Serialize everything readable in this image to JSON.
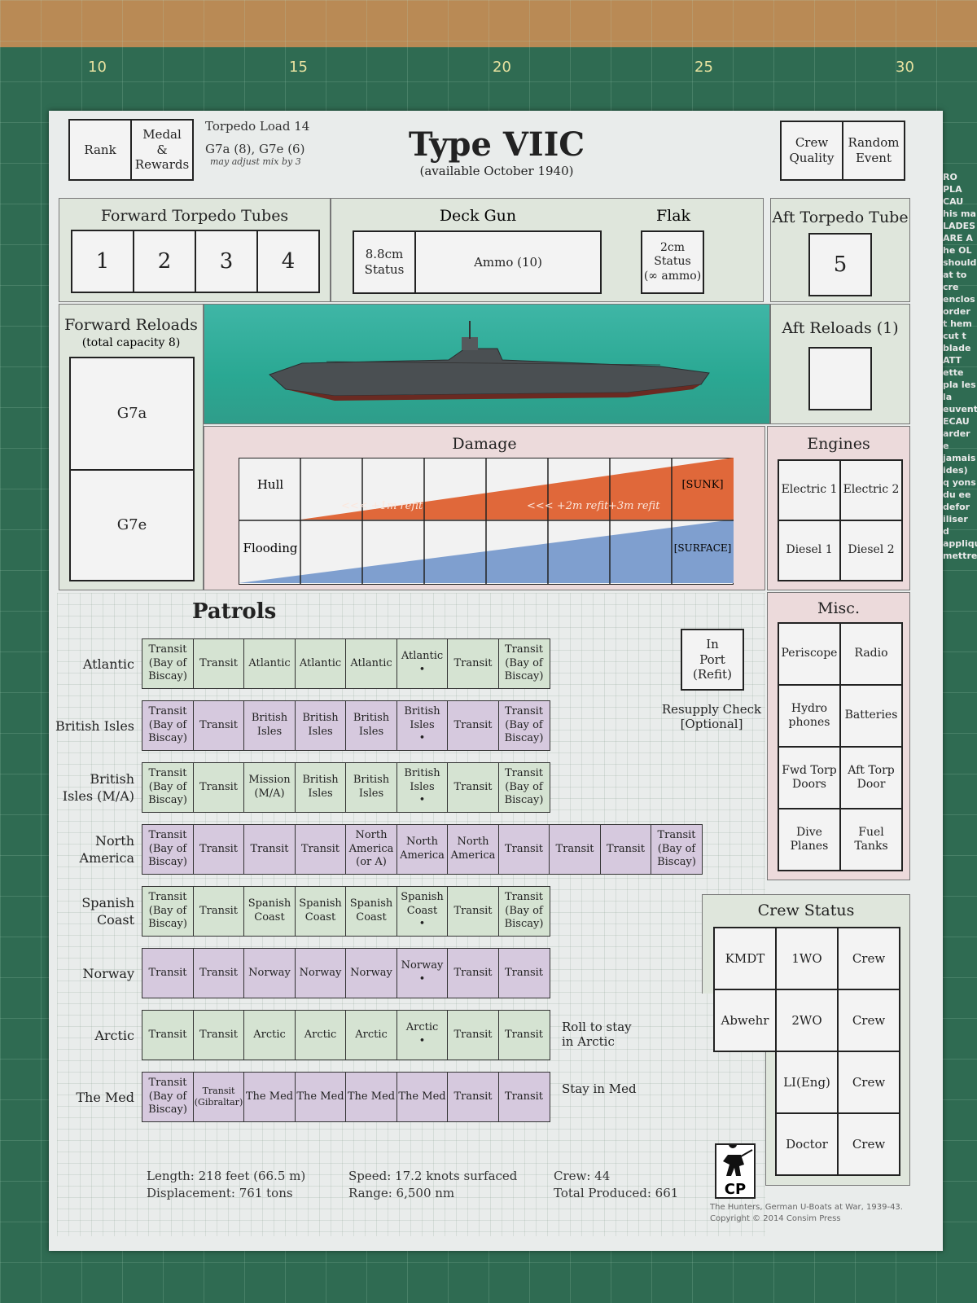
{
  "ruler_numbers": [
    "10",
    "15",
    "20",
    "25",
    "30"
  ],
  "mat_text": "RO PLA CAU his ma LADES ARE A he OL should at to cre enclos order t hem cut t blade ATT ette pla les la euvent ECAU arder e jamais ides) q yons du ee defor iliser d appliqu mettre",
  "header": {
    "rank": "Rank",
    "medal": "Medal\n&\nRewards",
    "torpedo_load": "Torpedo Load 14",
    "torpedo_mix": "G7a (8), G7e (6)",
    "torpedo_note": "may adjust mix by 3",
    "title": "Type VIIC",
    "subtitle": "(available October 1940)",
    "crew_quality": "Crew\nQuality",
    "random_event": "Random\nEvent"
  },
  "forward_tubes": {
    "title": "Forward Torpedo Tubes",
    "tubes": [
      "1",
      "2",
      "3",
      "4"
    ]
  },
  "deck_gun": {
    "title": "Deck Gun",
    "status": "8.8cm\nStatus",
    "ammo": "Ammo (10)"
  },
  "flak": {
    "title": "Flak",
    "status": "2cm\nStatus\n(∞ ammo)"
  },
  "aft_tube": {
    "title": "Aft Torpedo Tube",
    "tube": "5"
  },
  "forward_reloads": {
    "title": "Forward Reloads",
    "capacity": "(total capacity 8)",
    "slots": [
      "G7a",
      "G7e"
    ]
  },
  "aft_reloads": {
    "title": "Aft Reloads (1)"
  },
  "damage": {
    "title": "Damage",
    "hull": "Hull",
    "flooding": "Flooding",
    "sunk": "[SUNK]",
    "surface": "[SURFACE]",
    "refit1": "<<< +1m refit",
    "refit2": "<<< +2m refit",
    "refit3": "+3m refit"
  },
  "engines": {
    "title": "Engines",
    "items": [
      "Electric 1",
      "Electric 2",
      "Diesel 1",
      "Diesel 2"
    ]
  },
  "misc": {
    "title": "Misc.",
    "items": [
      "Periscope",
      "Radio",
      "Hydro\nphones",
      "Batteries",
      "Fwd Torp\nDoors",
      "Aft Torp\nDoor",
      "Dive\nPlanes",
      "Fuel\nTanks"
    ]
  },
  "patrols": {
    "title": "Patrols",
    "in_port": "In\nPort\n(Refit)",
    "resupply": "Resupply Check\n[Optional]",
    "rows": [
      {
        "label": "Atlantic",
        "cells": [
          "Transit\n(Bay of\nBiscay)",
          "Transit",
          "Atlantic",
          "Atlantic",
          "Atlantic",
          "Atlantic\n•",
          "Transit",
          "Transit\n(Bay of\nBiscay)"
        ],
        "note": ""
      },
      {
        "label": "British Isles",
        "cells": [
          "Transit\n(Bay of\nBiscay)",
          "Transit",
          "British\nIsles",
          "British\nIsles",
          "British\nIsles",
          "British\nIsles\n•",
          "Transit",
          "Transit\n(Bay of\nBiscay)"
        ],
        "note": ""
      },
      {
        "label": "British\nIsles (M/A)",
        "cells": [
          "Transit\n(Bay of\nBiscay)",
          "Transit",
          "Mission\n(M/A)",
          "British\nIsles",
          "British\nIsles",
          "British\nIsles\n•",
          "Transit",
          "Transit\n(Bay of\nBiscay)"
        ],
        "note": ""
      },
      {
        "label": "North\nAmerica",
        "cells": [
          "Transit\n(Bay of\nBiscay)",
          "Transit",
          "Transit",
          "Transit",
          "North\nAmerica\n(or A)",
          "North\nAmerica",
          "North\nAmerica",
          "Transit",
          "Transit",
          "Transit",
          "Transit\n(Bay of\nBiscay)"
        ],
        "note": ""
      },
      {
        "label": "Spanish\nCoast",
        "cells": [
          "Transit\n(Bay of\nBiscay)",
          "Transit",
          "Spanish\nCoast",
          "Spanish\nCoast",
          "Spanish\nCoast",
          "Spanish\nCoast\n•",
          "Transit",
          "Transit\n(Bay of\nBiscay)"
        ],
        "note": ""
      },
      {
        "label": "Norway",
        "cells": [
          "Transit",
          "Transit",
          "Norway",
          "Norway",
          "Norway",
          "Norway\n•",
          "Transit",
          "Transit"
        ],
        "note": ""
      },
      {
        "label": "Arctic",
        "cells": [
          "Transit",
          "Transit",
          "Arctic",
          "Arctic",
          "Arctic",
          "Arctic\n•",
          "Transit",
          "Transit"
        ],
        "note": "Roll to stay\nin Arctic"
      },
      {
        "label": "The Med",
        "cells": [
          "Transit\n(Bay of\nBiscay)",
          "Transit\n(Gibraltar)",
          "The Med",
          "The Med",
          "The Med",
          "The Med",
          "Transit",
          "Transit"
        ],
        "note": "Stay in Med"
      }
    ]
  },
  "crew_status": {
    "title": "Crew Status",
    "cells": [
      "KMDT",
      "1WO",
      "Crew",
      "Abwehr",
      "2WO",
      "Crew",
      "LI(Eng)",
      "Crew",
      "Doctor",
      "Crew"
    ]
  },
  "specs": {
    "length": "Length: 218 feet (66.5 m)",
    "displacement": "Displacement: 761 tons",
    "speed": "Speed: 17.2 knots surfaced",
    "range": "Range: 6,500 nm",
    "crew": "Crew: 44",
    "produced": "Total Produced: 661"
  },
  "footer": {
    "logo": "CP",
    "line1": "The Hunters, German U-Boats at War, 1939-43.",
    "line2": "Copyright © 2014 Consim Press"
  },
  "colors": {
    "damage_orange": "#e0683a",
    "flood_blue": "#7f9fcf",
    "green_cell": "#d5e3d2",
    "purple_cell": "#d6c9de",
    "sea_teal": "#2aa893"
  }
}
